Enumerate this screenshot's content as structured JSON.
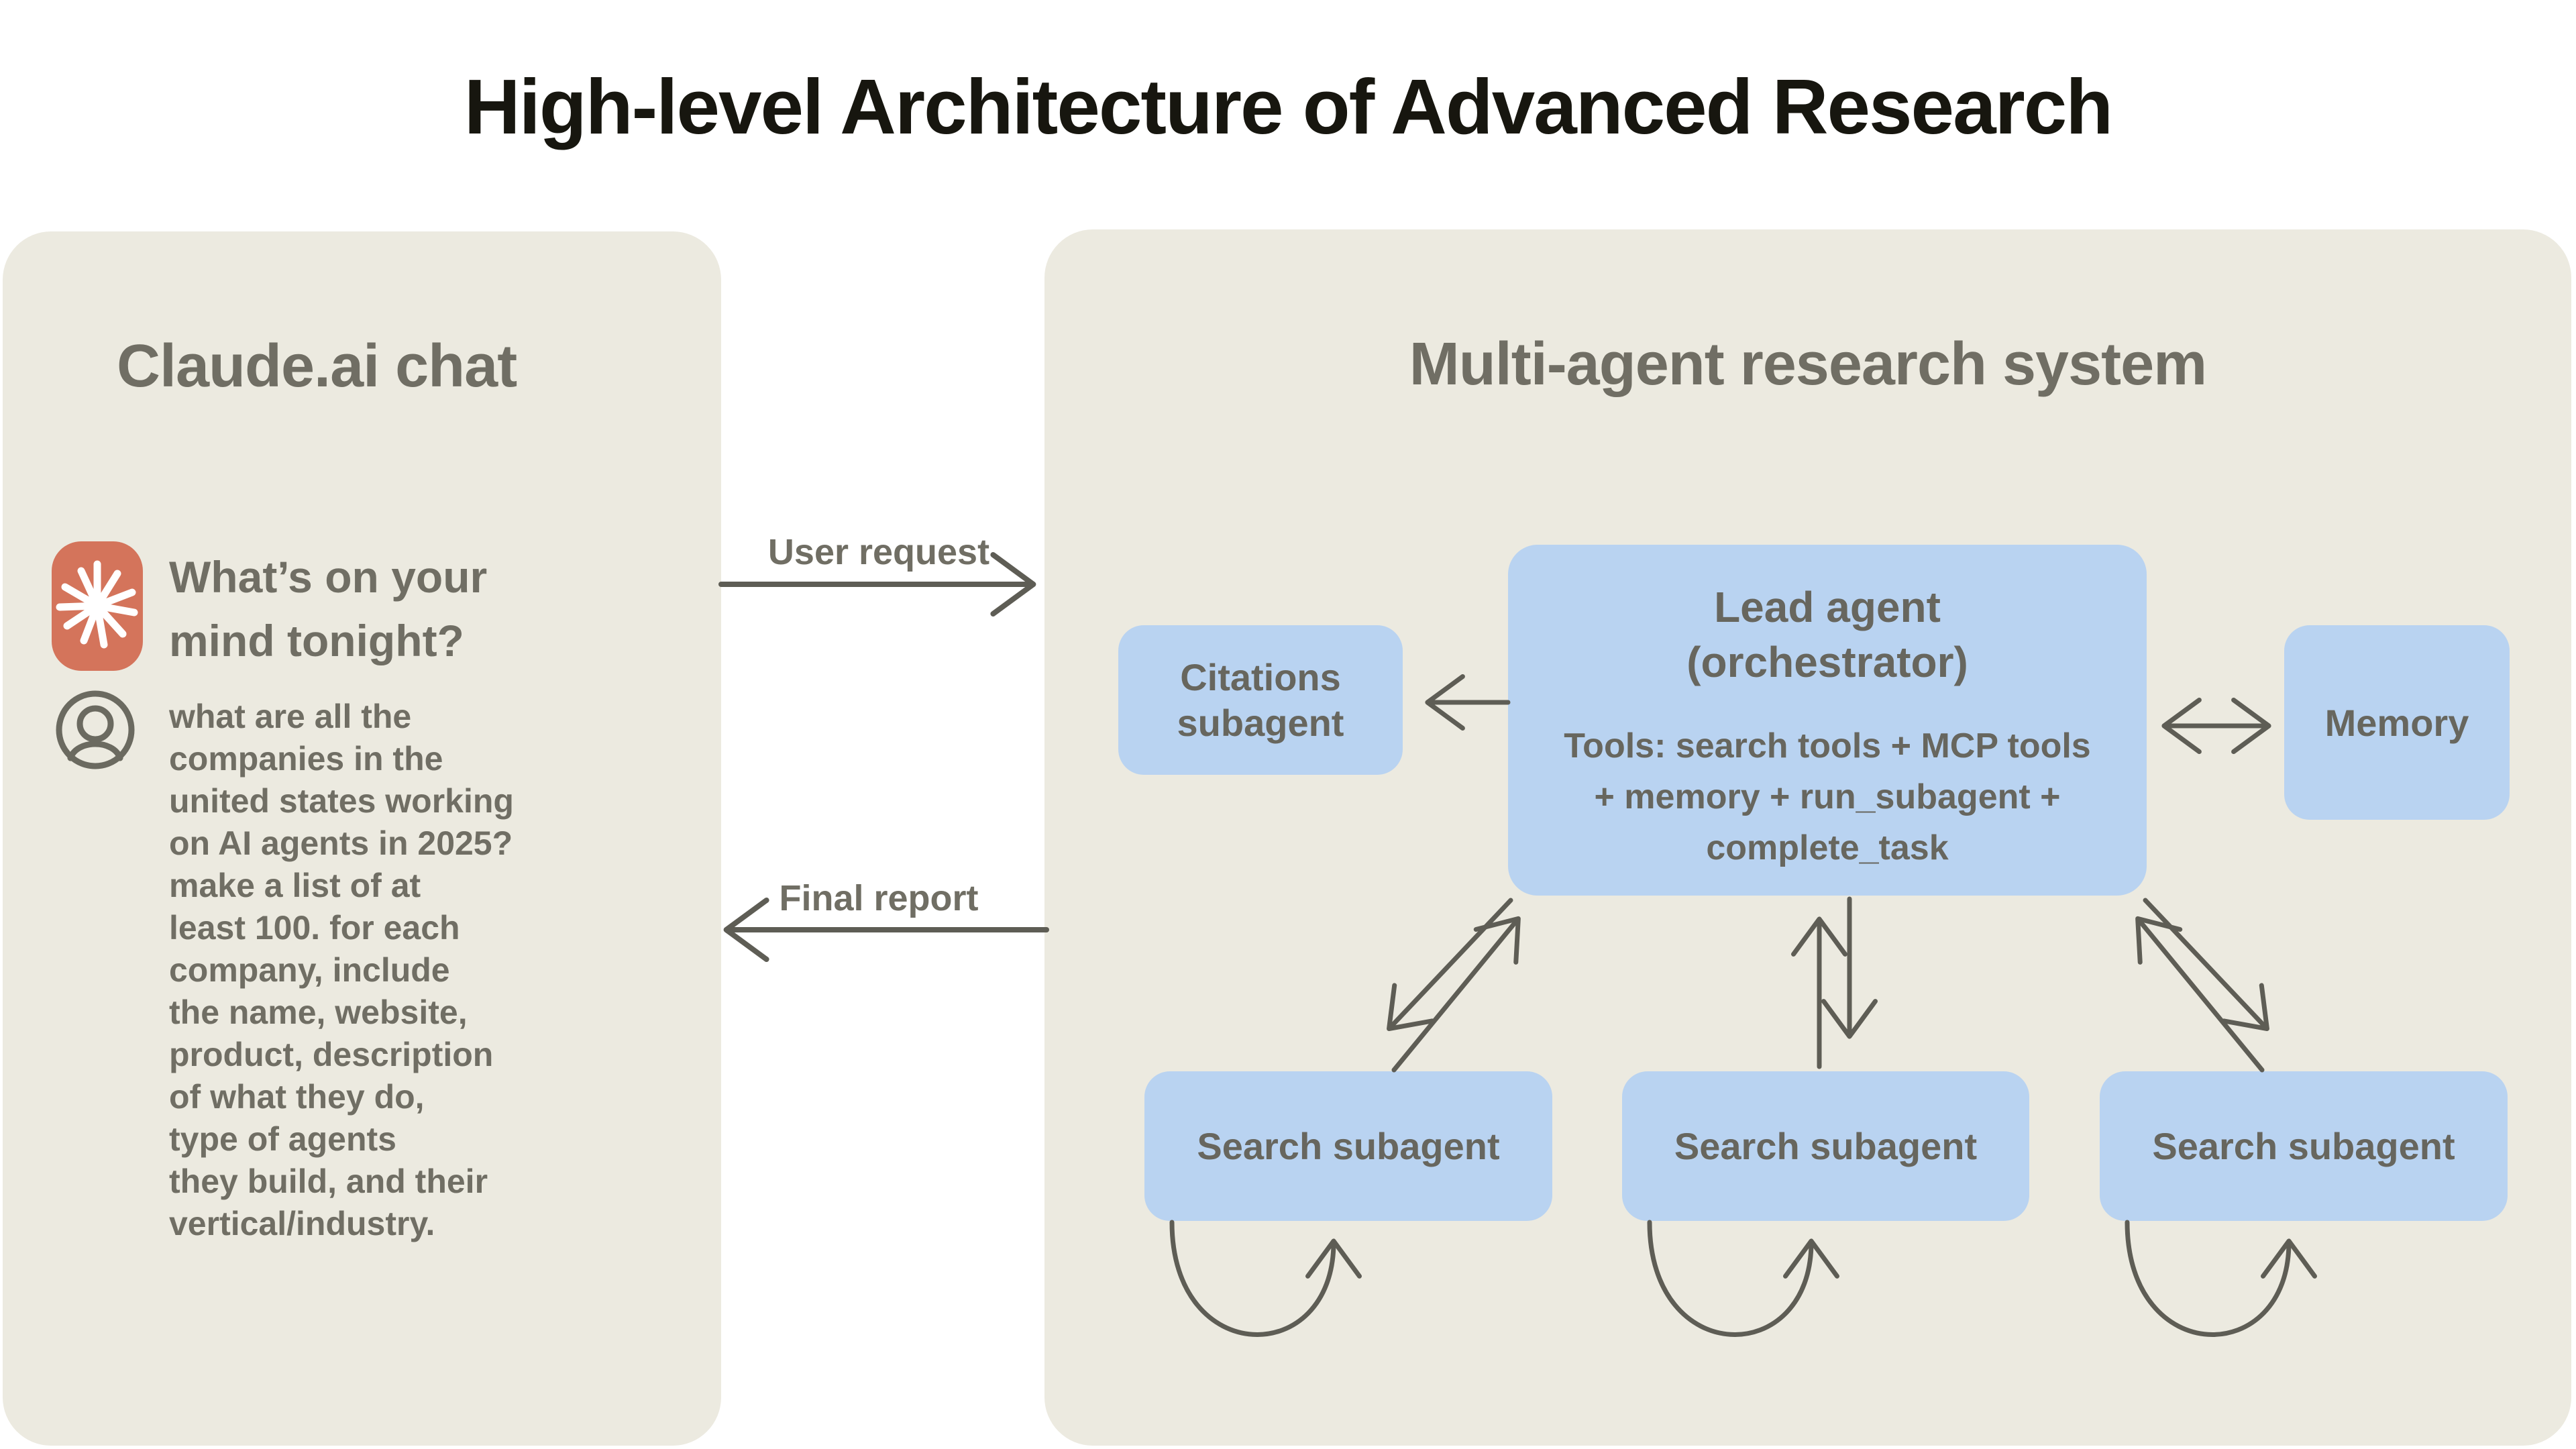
{
  "title": "High-level Architecture of Advanced Research",
  "left_panel": {
    "title": "Claude.ai chat",
    "prompt_lines": [
      "What’s on your",
      "mind tonight?"
    ],
    "user_message_lines": [
      "what are all the",
      "companies in the",
      "united states working",
      "on AI agents in 2025?",
      "make a list of at",
      "least 100. for each",
      "company, include",
      "the name, website,",
      "product, description",
      "of what they do,",
      "type of agents",
      "they build, and their",
      "vertical/industry."
    ]
  },
  "flow": {
    "user_request": "User request",
    "final_report": "Final report"
  },
  "right_panel": {
    "title": "Multi-agent research system",
    "lead_agent": {
      "title_lines": [
        "Lead agent",
        "(orchestrator)"
      ],
      "tools_lines": [
        "Tools: search tools + MCP tools",
        "+ memory + run_subagent +",
        "complete_task"
      ]
    },
    "citations_lines": [
      "Citations",
      "subagent"
    ],
    "memory": "Memory",
    "search_subagents": [
      "Search subagent",
      "Search subagent",
      "Search subagent"
    ]
  },
  "icons": {
    "claude_icon": "claude-starburst-logo",
    "avatar_icon": "user-avatar-outline"
  },
  "colors": {
    "background": "#ffffff",
    "panel": "#eceae0",
    "box_blue": "#b9d3f1",
    "accent_orange": "#d4745b",
    "text_dark": "#17160f",
    "text_gray": "#706e64",
    "box_text": "#67665e",
    "arrow": "#5e5d55"
  }
}
